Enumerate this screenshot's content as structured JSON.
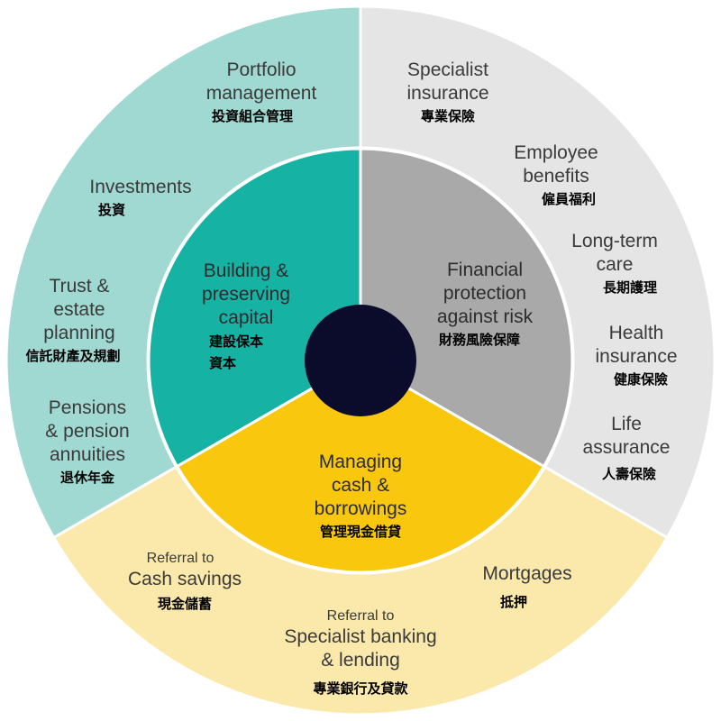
{
  "colors": {
    "outer_teal": "#a0d9d2",
    "inner_teal": "#16b3a5",
    "outer_grey": "#e5e5e5",
    "inner_grey": "#a9a9a9",
    "outer_yellow": "#fbe9ab",
    "inner_yellow": "#f9c80e",
    "center": "#0b0c2c"
  },
  "inner": {
    "building": {
      "en": "Building &\npreserving\ncapital",
      "zh1": "建設保本",
      "zh2": "資本"
    },
    "protection": {
      "en": "Financial\nprotection\nagainst risk",
      "zh": "財務風險保障"
    },
    "managing": {
      "en": "Managing\ncash &\nborrowings",
      "zh": "管理現金借貸"
    }
  },
  "outer": {
    "portfolio": {
      "en": "Portfolio\nmanagement",
      "zh": "投資組合管理"
    },
    "investments": {
      "en": "Investments",
      "zh": "投資"
    },
    "trust": {
      "en": "Trust &\nestate\nplanning",
      "zh": "信託財產及規劃"
    },
    "pensions": {
      "en": "Pensions\n& pension\nannuities",
      "zh": "退休年金"
    },
    "specialist_insurance": {
      "en": "Specialist\ninsurance",
      "zh": "專業保險"
    },
    "employee": {
      "en": "Employee\nbenefits",
      "zh": "僱員福利"
    },
    "longterm": {
      "en": "Long-term\ncare",
      "zh": "長期護理"
    },
    "health": {
      "en": "Health\ninsurance",
      "zh": "健康保險"
    },
    "life": {
      "en": "Life\nassurance",
      "zh": "人壽保險"
    },
    "cash_savings": {
      "pre": "Referral to",
      "en": "Cash savings",
      "zh": "現金儲蓄"
    },
    "mortgages": {
      "en": "Mortgages",
      "zh": "抵押"
    },
    "banking": {
      "pre": "Referral to",
      "en": "Specialist banking\n& lending",
      "zh": "專業銀行及貸款"
    }
  }
}
